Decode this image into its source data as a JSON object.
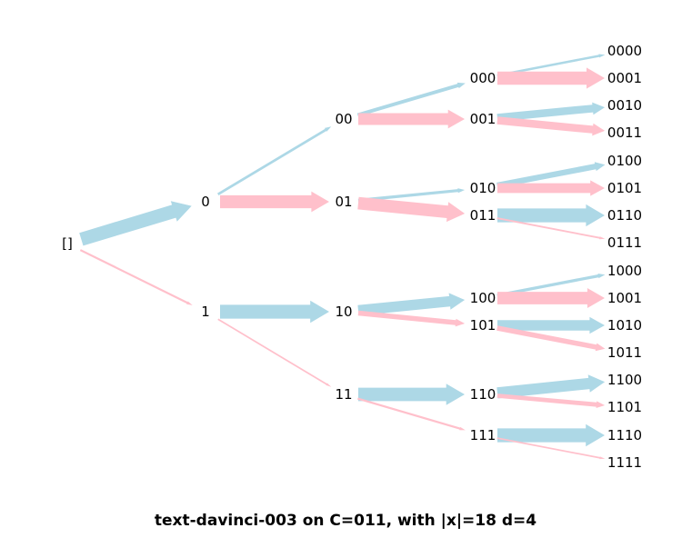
{
  "caption": "text-davinci-003 on C=011, with |x|=18  d=4",
  "colors": {
    "bit0": "#add8e6",
    "bit1": "#ffc0cb",
    "text": "#000000",
    "background": "#ffffff"
  },
  "nodes": [
    {
      "id": "root",
      "label": "[]"
    },
    {
      "id": "n0",
      "label": "0"
    },
    {
      "id": "n1",
      "label": "1"
    },
    {
      "id": "n00",
      "label": "00"
    },
    {
      "id": "n01",
      "label": "01"
    },
    {
      "id": "n10",
      "label": "10"
    },
    {
      "id": "n11",
      "label": "11"
    },
    {
      "id": "n000",
      "label": "000"
    },
    {
      "id": "n001",
      "label": "001"
    },
    {
      "id": "n010",
      "label": "010"
    },
    {
      "id": "n011",
      "label": "011"
    },
    {
      "id": "n100",
      "label": "100"
    },
    {
      "id": "n101",
      "label": "101"
    },
    {
      "id": "n110",
      "label": "110"
    },
    {
      "id": "n111",
      "label": "111"
    },
    {
      "id": "n0000",
      "label": "0000"
    },
    {
      "id": "n0001",
      "label": "0001"
    },
    {
      "id": "n0010",
      "label": "0010"
    },
    {
      "id": "n0011",
      "label": "0011"
    },
    {
      "id": "n0100",
      "label": "0100"
    },
    {
      "id": "n0101",
      "label": "0101"
    },
    {
      "id": "n0110",
      "label": "0110"
    },
    {
      "id": "n0111",
      "label": "0111"
    },
    {
      "id": "n1000",
      "label": "1000"
    },
    {
      "id": "n1001",
      "label": "1001"
    },
    {
      "id": "n1010",
      "label": "1010"
    },
    {
      "id": "n1011",
      "label": "1011"
    },
    {
      "id": "n1100",
      "label": "1100"
    },
    {
      "id": "n1101",
      "label": "1101"
    },
    {
      "id": "n1110",
      "label": "1110"
    },
    {
      "id": "n1111",
      "label": "1111"
    }
  ],
  "edges": [
    {
      "from": "root",
      "to": "n0",
      "weight": 0.92
    },
    {
      "from": "root",
      "to": "n1",
      "weight": 0.08
    },
    {
      "from": "n0",
      "to": "n00",
      "weight": 0.12
    },
    {
      "from": "n0",
      "to": "n01",
      "weight": 0.88
    },
    {
      "from": "n1",
      "to": "n10",
      "weight": 0.95
    },
    {
      "from": "n1",
      "to": "n11",
      "weight": 0.05
    },
    {
      "from": "n00",
      "to": "n000",
      "weight": 0.2
    },
    {
      "from": "n00",
      "to": "n001",
      "weight": 0.8
    },
    {
      "from": "n01",
      "to": "n010",
      "weight": 0.15
    },
    {
      "from": "n01",
      "to": "n011",
      "weight": 0.85
    },
    {
      "from": "n10",
      "to": "n100",
      "weight": 0.7
    },
    {
      "from": "n10",
      "to": "n101",
      "weight": 0.3
    },
    {
      "from": "n11",
      "to": "n110",
      "weight": 0.92
    },
    {
      "from": "n11",
      "to": "n111",
      "weight": 0.08
    },
    {
      "from": "n000",
      "to": "n0000",
      "weight": 0.1
    },
    {
      "from": "n000",
      "to": "n0001",
      "weight": 0.9
    },
    {
      "from": "n001",
      "to": "n0010",
      "weight": 0.5
    },
    {
      "from": "n001",
      "to": "n0011",
      "weight": 0.5
    },
    {
      "from": "n010",
      "to": "n0100",
      "weight": 0.35
    },
    {
      "from": "n010",
      "to": "n0101",
      "weight": 0.65
    },
    {
      "from": "n011",
      "to": "n0110",
      "weight": 0.94
    },
    {
      "from": "n011",
      "to": "n0111",
      "weight": 0.06
    },
    {
      "from": "n100",
      "to": "n1000",
      "weight": 0.15
    },
    {
      "from": "n100",
      "to": "n1001",
      "weight": 0.85
    },
    {
      "from": "n101",
      "to": "n1010",
      "weight": 0.7
    },
    {
      "from": "n101",
      "to": "n1011",
      "weight": 0.3
    },
    {
      "from": "n110",
      "to": "n1100",
      "weight": 0.75
    },
    {
      "from": "n110",
      "to": "n1101",
      "weight": 0.25
    },
    {
      "from": "n111",
      "to": "n1110",
      "weight": 0.95
    },
    {
      "from": "n111",
      "to": "n1111",
      "weight": 0.05
    }
  ]
}
